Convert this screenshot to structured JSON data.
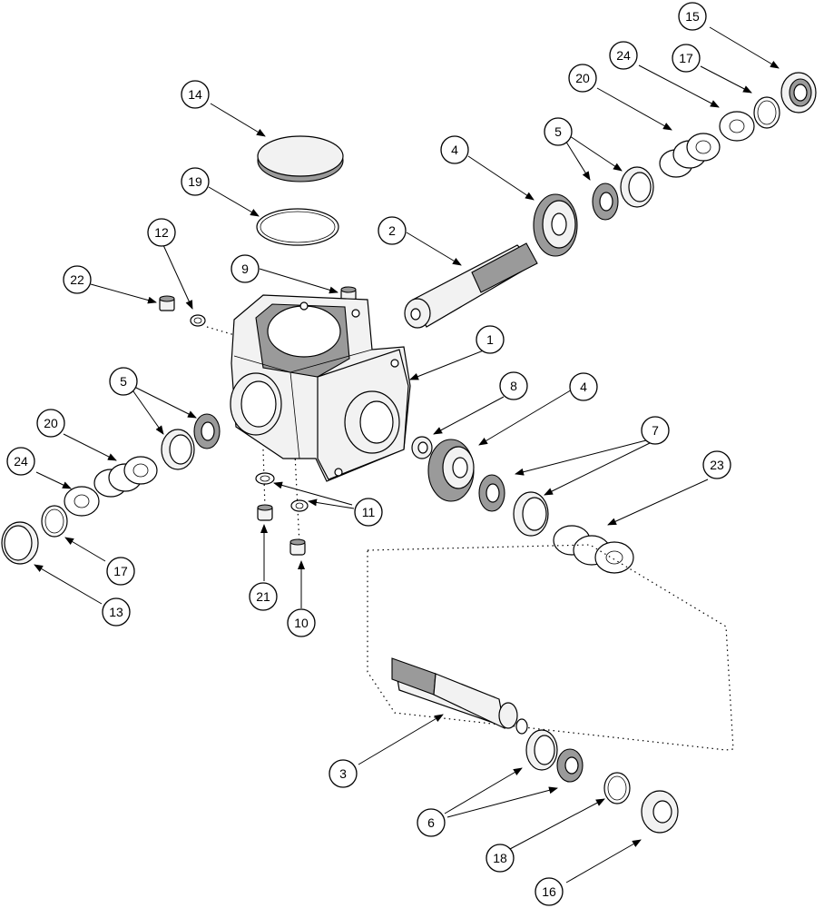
{
  "callouts": [
    {
      "id": "c1",
      "label": "1"
    },
    {
      "id": "c2",
      "label": "2"
    },
    {
      "id": "c3",
      "label": "3"
    },
    {
      "id": "c4a",
      "label": "4"
    },
    {
      "id": "c4b",
      "label": "4"
    },
    {
      "id": "c5a",
      "label": "5"
    },
    {
      "id": "c5b",
      "label": "5"
    },
    {
      "id": "c6",
      "label": "6"
    },
    {
      "id": "c7",
      "label": "7"
    },
    {
      "id": "c8",
      "label": "8"
    },
    {
      "id": "c9",
      "label": "9"
    },
    {
      "id": "c10",
      "label": "10"
    },
    {
      "id": "c11",
      "label": "11"
    },
    {
      "id": "c12",
      "label": "12"
    },
    {
      "id": "c13",
      "label": "13"
    },
    {
      "id": "c14",
      "label": "14"
    },
    {
      "id": "c15",
      "label": "15"
    },
    {
      "id": "c16",
      "label": "16"
    },
    {
      "id": "c17a",
      "label": "17"
    },
    {
      "id": "c17b",
      "label": "17"
    },
    {
      "id": "c18",
      "label": "18"
    },
    {
      "id": "c19",
      "label": "19"
    },
    {
      "id": "c20a",
      "label": "20"
    },
    {
      "id": "c20b",
      "label": "20"
    },
    {
      "id": "c21",
      "label": "21"
    },
    {
      "id": "c22",
      "label": "22"
    },
    {
      "id": "c23",
      "label": "23"
    },
    {
      "id": "c24a",
      "label": "24"
    },
    {
      "id": "c24b",
      "label": "24"
    }
  ]
}
